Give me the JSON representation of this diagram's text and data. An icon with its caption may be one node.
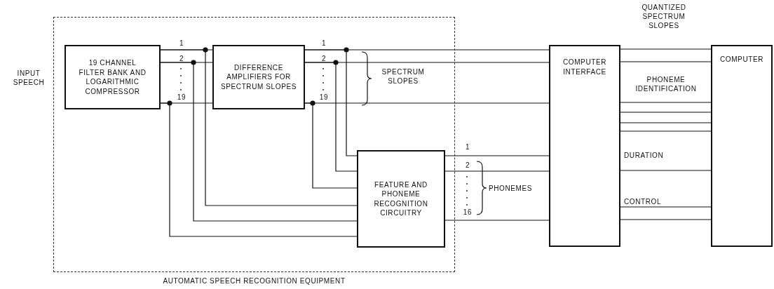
{
  "diagram": {
    "nodes": [
      {
        "text": [
          "AUTOMATIC SPEECH RECOGNITION EQUIPMENT"
        ]
      },
      {
        "text": [
          "19 CHANNEL FILTER BANK AND LOGARITHMIC COMPRESSOR"
        ],
        "in": 0
      },
      {
        "text": [
          "DIFFERENCE AMPLIFIERS FOR SPECTRUM SLOPES"
        ],
        "in": 0
      },
      {
        "text": [
          "FEATURE AND PHONEME RECOGNITION CIRCUITRY"
        ],
        "in": 0
      },
      {
        "text": [
          "COMPUTER INTERFACE"
        ]
      },
      {
        "text": [
          "COMPUTER"
        ]
      }
    ],
    "edges": [
      {
        "from": 1,
        "to": 2,
        "arrow": "none"
      },
      {
        "from": 1,
        "to": 2,
        "arrow": "none"
      },
      {
        "from": 1,
        "to": 2,
        "arrow": "none"
      },
      {
        "from": 1,
        "to": 3,
        "arrow": "none"
      },
      {
        "from": 1,
        "to": 3,
        "arrow": "none"
      },
      {
        "from": 1,
        "to": 3,
        "arrow": "none"
      },
      {
        "from": 2,
        "to": 4,
        "arrow": "none"
      },
      {
        "from": 2,
        "to": 4,
        "arrow": "none"
      },
      {
        "from": 2,
        "to": 4,
        "arrow": "none"
      },
      {
        "from": 2,
        "to": 3,
        "arrow": "none"
      },
      {
        "from": 2,
        "to": 3,
        "arrow": "none"
      },
      {
        "from": 2,
        "to": 3,
        "arrow": "none"
      },
      {
        "from": 3,
        "to": 4,
        "arrow": "none"
      },
      {
        "from": 3,
        "to": 4,
        "arrow": "none"
      },
      {
        "from": 3,
        "to": 4,
        "arrow": "none"
      },
      {
        "from": 4,
        "to": 5,
        "arrow": "none"
      },
      {
        "from": 4,
        "to": 5,
        "arrow": "none"
      },
      {
        "from": 4,
        "to": 5,
        "arrow": "none"
      },
      {
        "from": 4,
        "to": 5,
        "arrow": "none"
      },
      {
        "from": 4,
        "to": 5,
        "arrow": "none"
      },
      {
        "from": 4,
        "to": 5,
        "arrow": "none"
      },
      {
        "from": 4,
        "to": 5,
        "arrow": "none"
      },
      {
        "from": 4,
        "to": 5,
        "arrow": "none"
      },
      {
        "from": 4,
        "to": 5,
        "arrow": "none"
      }
    ],
    "labels": [
      "INPUT SPEECH",
      "QUANTIZED SPECTRUM SLOPES",
      "1",
      "2",
      "19",
      "1",
      "2",
      "19",
      "SPECTRUM SLOPES",
      "PHONEME IDENTIFICATION",
      "1",
      "2",
      "16",
      "PHONEMES",
      "DURATION",
      "CONTROL"
    ]
  }
}
